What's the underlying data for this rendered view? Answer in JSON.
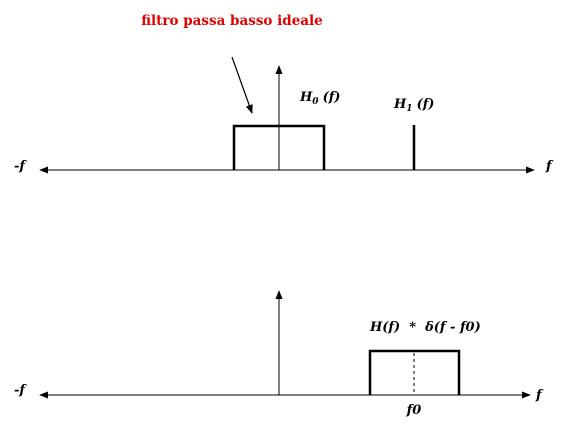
{
  "annotation": {
    "text": "filtro passa basso ideale",
    "color": "#e00000"
  },
  "top_plot": {
    "left_axis_label": "-f",
    "right_axis_label": "f",
    "h0_main": "H",
    "h0_sub": "0",
    "h0_arg": "(f)",
    "h1_main": "H",
    "h1_sub": "1",
    "h1_arg": "(f)"
  },
  "bottom_plot": {
    "left_axis_label": "-f",
    "right_axis_label": "f",
    "product_label": "H(f)  *  δ(f - f0)",
    "tick_label": "f0"
  },
  "colors": {
    "line": "#000000",
    "annotation": "#e00000"
  }
}
